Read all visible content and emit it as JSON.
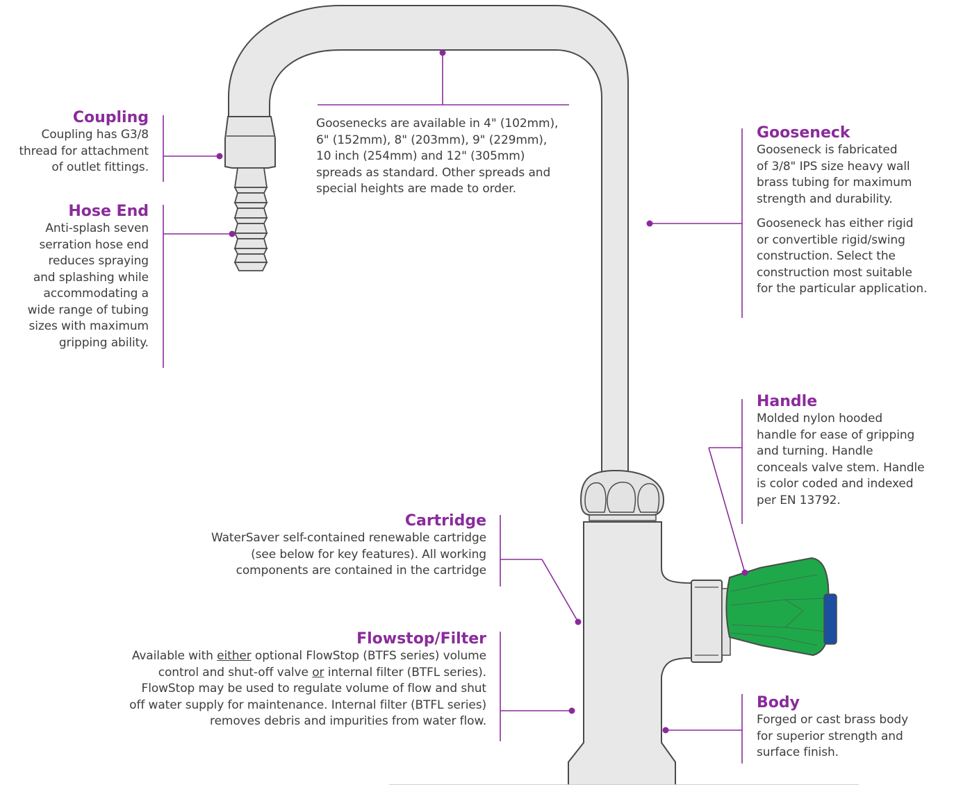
{
  "callouts": {
    "coupling": {
      "title": "Coupling",
      "lines": [
        "Coupling has G3/8",
        "thread for attachment",
        "of outlet fittings."
      ]
    },
    "hose_end": {
      "title": "Hose End",
      "lines": [
        "Anti-splash seven",
        "serration hose end",
        "reduces spraying",
        "and splashing while",
        "accommodating a",
        "wide range of tubing",
        "sizes with maximum",
        "gripping ability."
      ]
    },
    "spread_note": {
      "lines": [
        "Goosenecks are available in 4\" (102mm),",
        "6\" (152mm), 8\" (203mm), 9\" (229mm),",
        "10 inch (254mm) and 12\" (305mm)",
        "spreads as standard. Other spreads and",
        "special heights are made to order."
      ]
    },
    "gooseneck": {
      "title": "Gooseneck",
      "lines": [
        "Gooseneck is fabricated",
        "of 3/8\" IPS size heavy wall",
        "brass tubing for maximum",
        "strength and durability."
      ],
      "lines2": [
        "Gooseneck has either rigid",
        "or convertible rigid/swing",
        "construction. Select the",
        "construction most suitable",
        "for the particular application."
      ]
    },
    "handle": {
      "title": "Handle",
      "lines": [
        "Molded nylon hooded",
        "handle for ease of gripping",
        "and turning. Handle",
        "conceals valve stem. Handle",
        "is color coded and indexed",
        "per EN 13792."
      ]
    },
    "cartridge": {
      "title": "Cartridge",
      "lines": [
        "WaterSaver self-contained renewable cartridge",
        "(see below for key features). All working",
        "components are contained in the cartridge"
      ]
    },
    "flowstop": {
      "title": "Flowstop/Filter",
      "line1_a": "Available with ",
      "line1_u": "either",
      "line1_b": " optional FlowStop (BTFS series) volume",
      "line2_a": "control and shut-off valve ",
      "line2_u": "or",
      "line2_b": " internal filter (BTFL series).",
      "lines": [
        "FlowStop may be used to regulate volume of flow and shut",
        "off water supply for maintenance. Internal filter (BTFL series)",
        "removes debris and impurities from water flow."
      ]
    },
    "body": {
      "title": "Body",
      "lines": [
        "Forged or cast brass body",
        "for superior strength and",
        "surface finish."
      ]
    }
  },
  "colors": {
    "accent": "#8a2b9b",
    "faucet_fill": "#e8e8e8",
    "handle_green": "#1fa84a",
    "index_button_blue": "#1c4fa0"
  }
}
